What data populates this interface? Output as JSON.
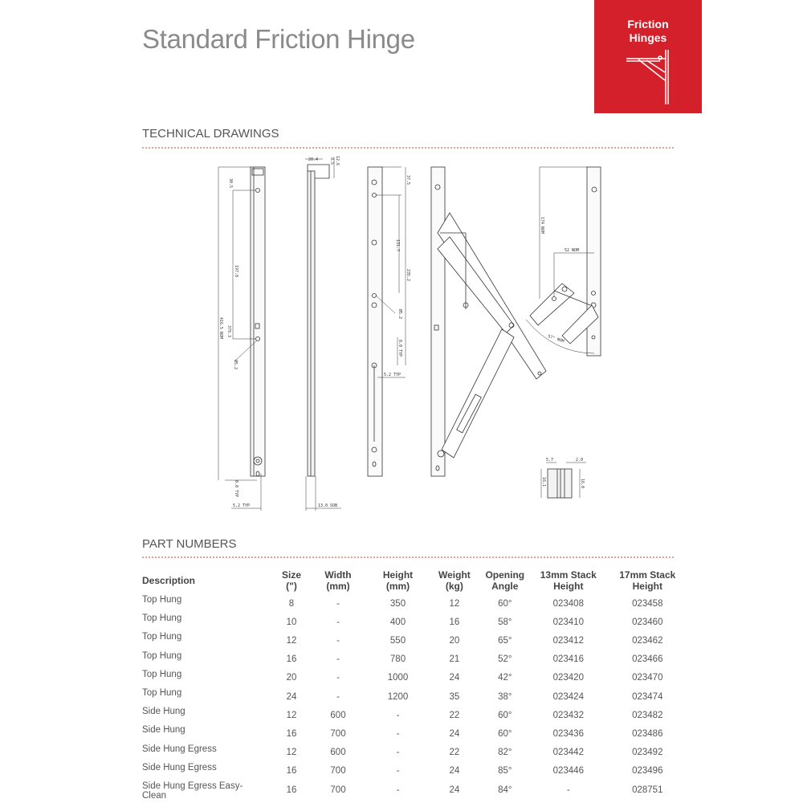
{
  "header": {
    "title": "Standard Friction Hinge"
  },
  "badge": {
    "line1": "Friction",
    "line2": "Hinges",
    "icon": "friction-hinge-icon",
    "color": "#d3202a"
  },
  "sections": {
    "drawings": "TECHNICAL DRAWINGS",
    "parts": "PART NUMBERS"
  },
  "dimensions": {
    "d1": "30.5",
    "d2": "197.8",
    "d3": "379.3",
    "d4": "416.5 NOM",
    "d5": "Ø5.2",
    "d6": "8.0 TYP",
    "d7": "5.2 TYP",
    "d8": "20.4",
    "d9": "9.5",
    "d10": "12.6",
    "d11": "13.0 SOB",
    "d12": "37.5",
    "d13": "131.7",
    "d14": "235.2",
    "d15": "Ø5.2",
    "d16": "8.0 TYP",
    "d17": "5.2 TYP",
    "d18": "174 NOM",
    "d19": "52 NOM",
    "d20": "57° NOM",
    "d21": "5.7",
    "d22": "2.0",
    "d23": "16.1",
    "d24": "16.0"
  },
  "table": {
    "headers": [
      {
        "l1": "Description",
        "l2": ""
      },
      {
        "l1": "Size",
        "l2": "(\")"
      },
      {
        "l1": "Width",
        "l2": "(mm)"
      },
      {
        "l1": "Height",
        "l2": "(mm)"
      },
      {
        "l1": "Weight",
        "l2": "(kg)"
      },
      {
        "l1": "Opening",
        "l2": "Angle"
      },
      {
        "l1": "13mm Stack",
        "l2": "Height"
      },
      {
        "l1": "17mm Stack",
        "l2": "Height"
      }
    ],
    "rows": [
      [
        "Top Hung",
        "8",
        "-",
        "350",
        "12",
        "60°",
        "023408",
        "023458"
      ],
      [
        "Top Hung",
        "10",
        "-",
        "400",
        "16",
        "58°",
        "023410",
        "023460"
      ],
      [
        "Top Hung",
        "12",
        "-",
        "550",
        "20",
        "65°",
        "023412",
        "023462"
      ],
      [
        "Top Hung",
        "16",
        "-",
        "780",
        "21",
        "52°",
        "023416",
        "023466"
      ],
      [
        "Top Hung",
        "20",
        "-",
        "1000",
        "24",
        "42°",
        "023420",
        "023470"
      ],
      [
        "Top Hung",
        "24",
        "-",
        "1200",
        "35",
        "38°",
        "023424",
        "023474"
      ],
      [
        "Side Hung",
        "12",
        "600",
        "-",
        "22",
        "60°",
        "023432",
        "023482"
      ],
      [
        "Side Hung",
        "16",
        "700",
        "-",
        "24",
        "60°",
        "023436",
        "023486"
      ],
      [
        "Side Hung Egress",
        "12",
        "600",
        "-",
        "22",
        "82°",
        "023442",
        "023492"
      ],
      [
        "Side Hung Egress",
        "16",
        "700",
        "-",
        "24",
        "85°",
        "023446",
        "023496"
      ],
      [
        "Side Hung Egress Easy-Clean",
        "16",
        "700",
        "-",
        "24",
        "84°",
        "-",
        "028751"
      ]
    ]
  }
}
